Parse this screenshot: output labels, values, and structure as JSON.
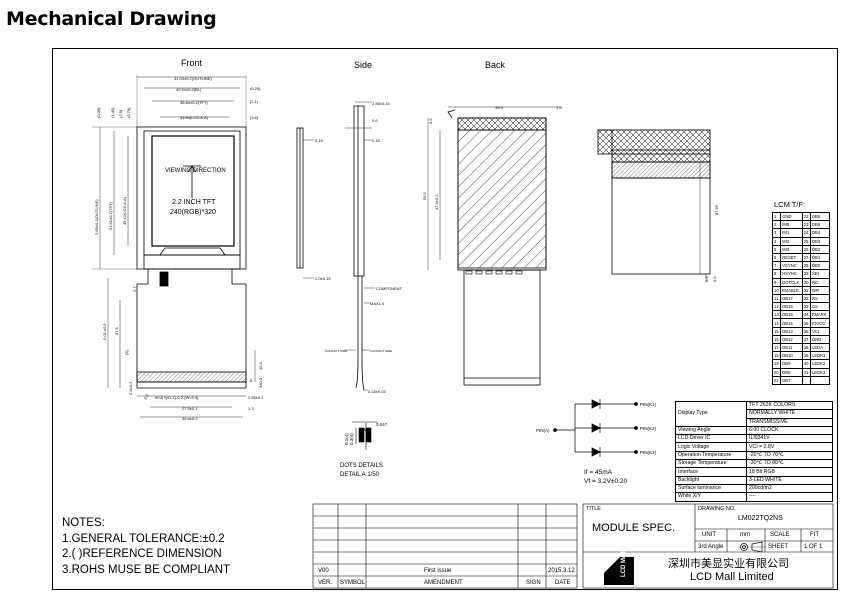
{
  "title": "Mechanical Drawing",
  "views": {
    "front": "Front",
    "side": "Side",
    "back": "Back"
  },
  "front": {
    "viewing_direction": "VIEWING DIRECTION",
    "panel_name": "2.2 INCH TFT",
    "resolution": "240(RGB)*320",
    "dims_top": [
      "41.04±0.2(OUTLINE)",
      "40.54±0.2(BL)",
      "36.84±0.2(TFT)",
      "33.84(LCD A.A)"
    ],
    "dims_top_right": [
      "(0.25)",
      "(2.1)",
      "(3.6)"
    ],
    "dims_left": [
      "(0.05)",
      "(1.45)",
      "(2.9)",
      "(5.79)",
      "5.65±0.2(OUTLINE)",
      "51.91±0.2(TFT)",
      "45.12(LCD A.A)"
    ],
    "dims_lower_left": [
      "2.7",
      "5.02 ±0.5",
      "47.5",
      "(5)"
    ],
    "dims_bottom": [
      "90.8 *(41-1)-0.2 (W=0.4)",
      "2.95±0.1",
      "27.3±0.1",
      "39.4±0.2",
      "1.3",
      "5.6±0.3",
      "2.6",
      "10.3",
      "3±0.3",
      "8"
    ]
  },
  "side": {
    "dims": [
      "2.85±0.15",
      "0.6",
      "0.15",
      "0.15",
      "2.0±0.15",
      "MAX1.0",
      "0.15±0.03"
    ],
    "labels": [
      "COMPONENT",
      "CONTACT SIDE",
      "CONTACT SIDE"
    ]
  },
  "back": {
    "dims": [
      "39.5",
      "1.5",
      "0.5",
      "47.4±0.2",
      "55.5",
      "87.65",
      "0.9",
      "0.8"
    ]
  },
  "dots_details": {
    "dims": [
      "0.047",
      "0.1(4)",
      "0.3(4)"
    ],
    "label": "DOTS DETAILS",
    "scale": "DETAIL A:1/50"
  },
  "led_circuit": {
    "pins": [
      "PIN(K1)",
      "PIN(K2)",
      "PIN(K3)"
    ],
    "pin_a": "PIN(A)",
    "if": "If = 45mA",
    "vf": "Vf = 3.2V±0.20"
  },
  "lcm_tf": {
    "title": "LCM T/F:",
    "rows": [
      [
        "1",
        "GND",
        "22",
        "DB6"
      ],
      [
        "2",
        "IM0",
        "23",
        "DB5"
      ],
      [
        "3",
        "IM1",
        "24",
        "DB4"
      ],
      [
        "4",
        "IM2",
        "25",
        "DB3"
      ],
      [
        "5",
        "IM3",
        "26",
        "DB2"
      ],
      [
        "6",
        "RESET",
        "27",
        "DB1"
      ],
      [
        "7",
        "VSYNC",
        "28",
        "DB0"
      ],
      [
        "8",
        "HSYNC",
        "29",
        "SDI"
      ],
      [
        "9",
        "DOTCLK",
        "30",
        "RD"
      ],
      [
        "10",
        "ENABLE",
        "31",
        "WR"
      ],
      [
        "11",
        "DB17",
        "32",
        "RS"
      ],
      [
        "12",
        "DB16",
        "33",
        "CS"
      ],
      [
        "13",
        "DB15",
        "34",
        "FMARK"
      ],
      [
        "14",
        "DB14",
        "35",
        "IOVCC"
      ],
      [
        "15",
        "DB13",
        "36",
        "VCI"
      ],
      [
        "16",
        "DB12",
        "37",
        "GND"
      ],
      [
        "17",
        "DB11",
        "38",
        "LEDA"
      ],
      [
        "18",
        "DB10",
        "39",
        "LEDK1"
      ],
      [
        "19",
        "DB9",
        "40",
        "LEDK2"
      ],
      [
        "20",
        "DB8",
        "41",
        "LEDK3"
      ],
      [
        "21",
        "DB7",
        "",
        ""
      ]
    ]
  },
  "spec": {
    "display_type_label": "Display Type",
    "display_type_values": [
      "TFT 262K COLORS",
      "NORMALLY WHITE",
      "TRANSMISSIVE"
    ],
    "rows": [
      [
        "Viewing Angle",
        "6:00 CLOCK"
      ],
      [
        "LCD Driver IC",
        "ILI9341V"
      ],
      [
        "Logic Voltage",
        "VCI = 2.8V"
      ],
      [
        "Operation Temperature",
        "-20℃ TO 70℃"
      ],
      [
        "Storage Temperature",
        "-30℃ TO 80℃"
      ],
      [
        "Interface",
        "18 Bit RGB"
      ],
      [
        "Backlight",
        "3-LED WHITE"
      ],
      [
        "Surface luminance",
        "200cd/m2"
      ],
      [
        "White X/Y",
        "----"
      ]
    ]
  },
  "notes": [
    "NOTES:",
    "1.GENERAL TOLERANCE:±0.2",
    "2.( )REFERENCE DIMENSION",
    "3.ROHS MUSE BE COMPLIANT"
  ],
  "revision": {
    "ver": "V00",
    "amendment": "First issue",
    "date": "2015.3.12",
    "headers": [
      "VER.",
      "SYMBOL",
      "AMENDMENT",
      "SIGN",
      "DATE"
    ]
  },
  "title_block": {
    "title_label": "TITLE",
    "title": "MODULE SPEC.",
    "drawing_no_label": "DRAWING NO.",
    "drawing_no": "LM022TQ2NS",
    "unit_label": "UNIT",
    "unit": "mm",
    "scale_label": "SCALE",
    "scale": "FIT",
    "projection": "3rd Angle",
    "sheet_label": "SHEET",
    "sheet": "1  OF  1",
    "company_cn": "深圳市美显实业有限公司",
    "company_en": "LCD Mall Limited",
    "logo_text": "LCD Mall"
  }
}
